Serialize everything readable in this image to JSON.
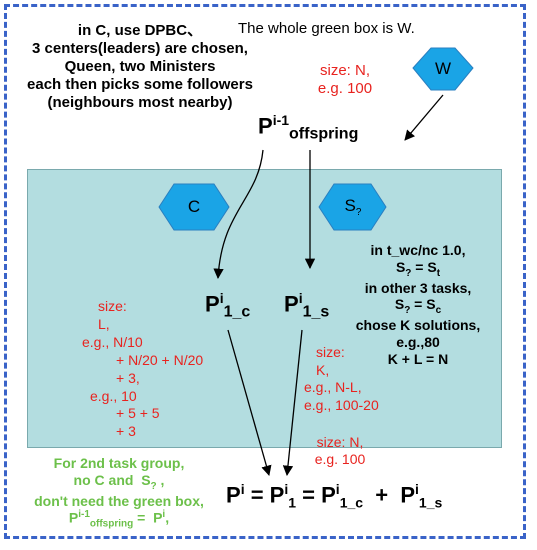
{
  "caption": {
    "line1": "in C, use DPBC、",
    "line2": "3 centers(leaders) are chosen,",
    "line3": "Queen, two Ministers",
    "line4": "each then picks some followers",
    "line5": "(neighbours most nearby)"
  },
  "whole_box_note": "The whole green box is W.",
  "hexagons": {
    "w": "W",
    "c": "C",
    "s_base": "S",
    "s_sub": "?"
  },
  "size_top": {
    "line1": "size: N,",
    "line2": "e.g. 100"
  },
  "p_offspring": {
    "base": "P",
    "sup": "i-1",
    "sub": "offspring"
  },
  "p_1c": {
    "base": "P",
    "sup": "i",
    "sub": "1_c"
  },
  "p_1s": {
    "base": "P",
    "sup": "i",
    "sub": "1_s"
  },
  "task_note": {
    "line1": "in t_wc/nc 1.0,",
    "line2a": "S",
    "line2sub": "?",
    "line2b": " = S",
    "line2sub2": "t",
    "line3": "in other 3 tasks,",
    "line4a": "S",
    "line4sub": "?",
    "line4b": " = S",
    "line4sub2": "c",
    "line5": "chose K solutions,",
    "line6": "e.g.,80",
    "line7": "K + L = N"
  },
  "size_left": {
    "l1": "size:",
    "l2": "L,",
    "l3": "e.g., N/10",
    "l4": "+ N/20 + N/20",
    "l5": "+ 3,",
    "l6": "e.g., 10",
    "l7": "+ 5 + 5",
    "l8": "+ 3"
  },
  "size_k": {
    "l1": "size:",
    "l2": "K,",
    "l3": "e.g., N-L,",
    "l4": "e.g., 100-20"
  },
  "size_bottom": {
    "line1": "size: N,",
    "line2": "e.g. 100"
  },
  "green_note": {
    "line1": "For 2nd task group,",
    "line2a": "no C and  S",
    "line2sub": "?",
    "line2b": " ,",
    "line3": "don't need the green box,",
    "line4a": "P",
    "line4sup": "i-1",
    "line4sub": "offspring",
    "line4b": " =  P",
    "line4sup2": "i",
    "line4c": ","
  },
  "equation": {
    "p": "P",
    "sup_i": "i",
    "eq1": " = ",
    "p1": "P",
    "sub1": "1",
    "eq2": " = ",
    "pc": "P",
    "subc": "1_c",
    "plus": "  +  ",
    "ps": "P",
    "subs": "1_s"
  },
  "colors": {
    "frame": "#3a63c8",
    "green_box": "#b3dde0",
    "hexagon": "#1aa4e6",
    "red_text": "#e8231f",
    "green_text": "#6cc04a"
  }
}
